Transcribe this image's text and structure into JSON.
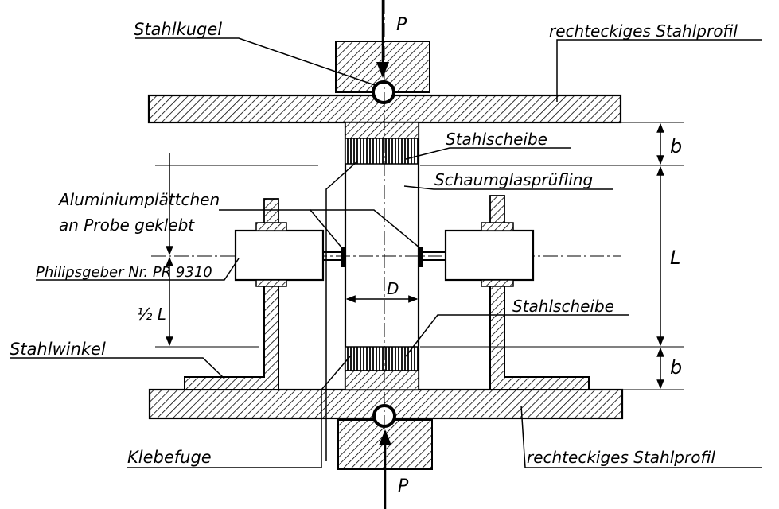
{
  "labels": {
    "load_top": "P",
    "load_bottom": "P",
    "steel_ball": "Stahlkugel",
    "rect_profile_top": "rechteckiges Stahlprofil",
    "rect_profile_bottom": "rechteckiges Stahlprofil",
    "steel_disc_top": "Stahlscheibe",
    "steel_disc_bottom": "Stahlscheibe",
    "foam_glass_specimen": "Schaumglasprüfling",
    "aluminium_plate_line1": "Aluminiumplättchen",
    "aluminium_plate_line2": "an Probe geklebt",
    "philips_gauge": "Philipsgeber Nr. PR 9310",
    "half_L": "½ L",
    "steel_angle": "Stahlwinkel",
    "glue_joint": "Klebefuge",
    "dim_b_top": "b",
    "dim_b_bottom": "b",
    "dim_L": "L",
    "dim_D": "D"
  },
  "colors": {
    "ink": "#000000",
    "paper": "#ffffff"
  }
}
